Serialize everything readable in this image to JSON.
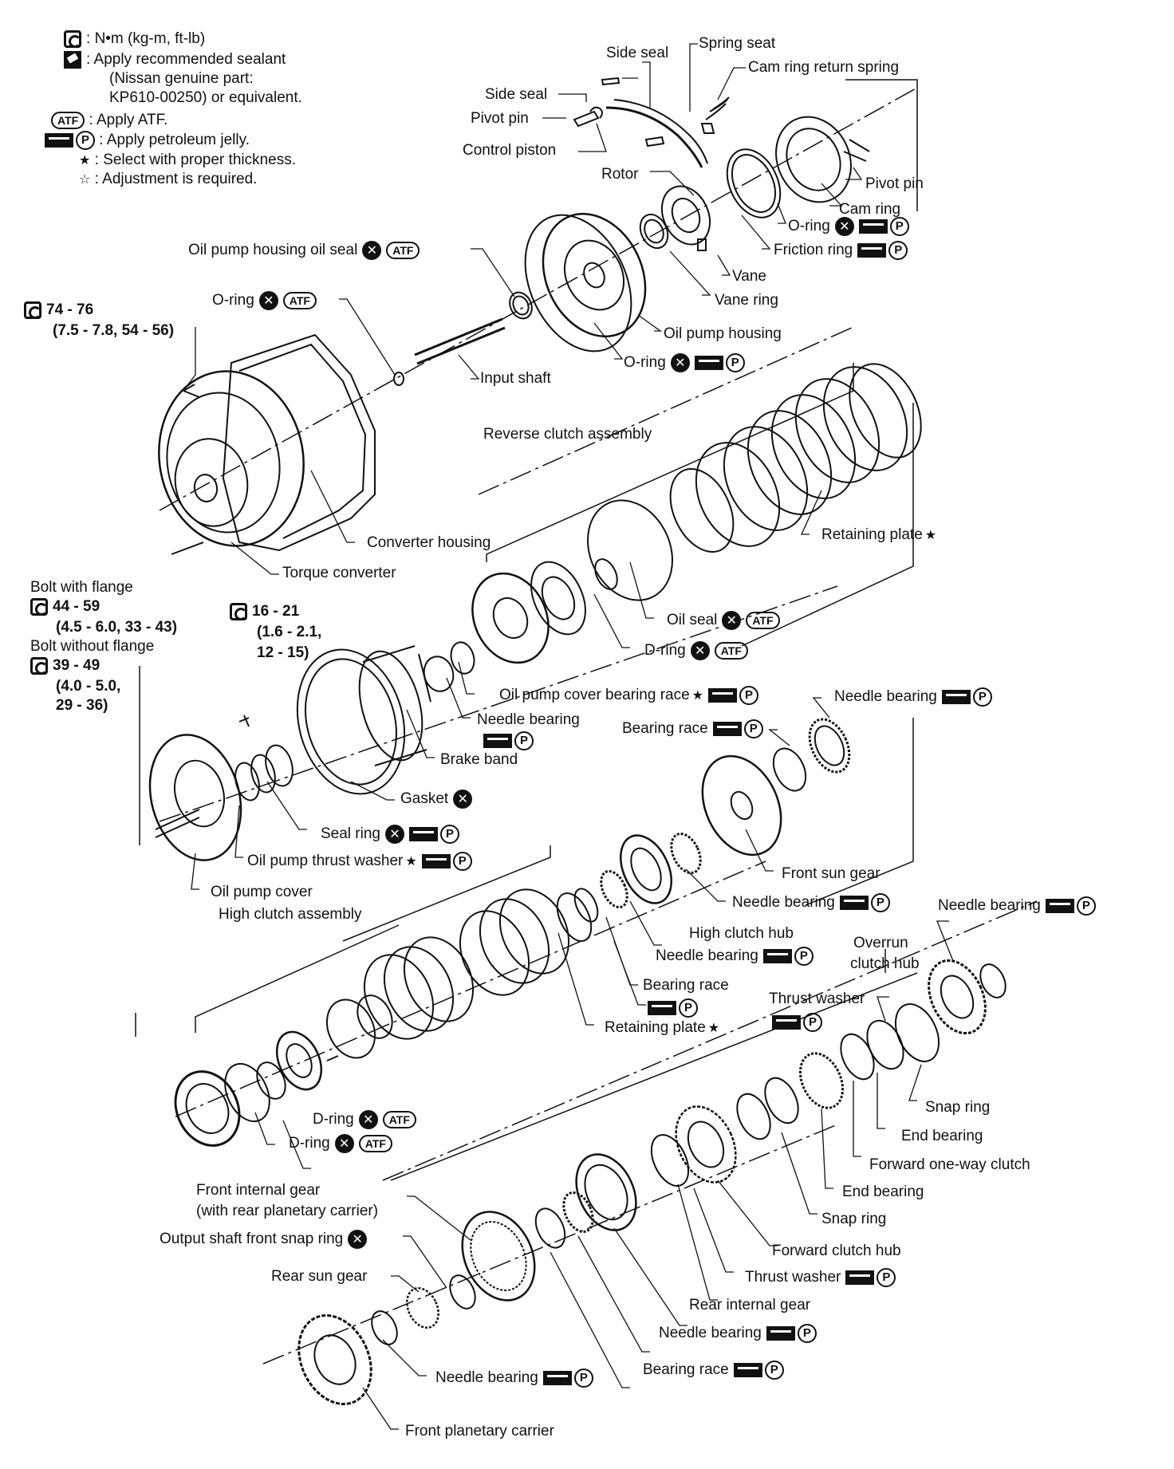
{
  "legend": {
    "torque": "N•m (kg-m, ft-lb)",
    "sealant_1": "Apply recommended sealant",
    "sealant_2": "(Nissan genuine part:",
    "sealant_3": "KP610-00250) or equivalent.",
    "atf": "Apply ATF.",
    "jelly": "Apply petroleum jelly.",
    "select": "Select with proper thickness.",
    "adjust": "Adjustment is required.",
    "atf_icon": "ATF",
    "p_icon": "P"
  },
  "torque_specs": {
    "bolt_top_1": "74 - 76",
    "bolt_top_2": "(7.5 - 7.8, 54 - 56)",
    "flange_1": "44 - 59",
    "flange_2": "(4.5 - 6.0, 33 - 43)",
    "noflange_1": "39 - 49",
    "noflange_2": "(4.0 - 5.0,",
    "noflange_3": "29 - 36)",
    "cover_1": "16 - 21",
    "cover_2": "(1.6 - 2.1,",
    "cover_3": "12 - 15)"
  },
  "labels": {
    "side_seal_top": "Side seal",
    "spring_seat": "Spring seat",
    "cam_ring_return_spring": "Cam ring return spring",
    "side_seal": "Side seal",
    "pivot_pin_left": "Pivot pin",
    "control_piston": "Control piston",
    "rotor": "Rotor",
    "pivot_pin_right": "Pivot pin",
    "cam_ring": "Cam ring",
    "o_ring_cam": "O-ring",
    "friction_ring": "Friction ring",
    "oil_pump_housing_oil_seal": "Oil pump housing oil seal",
    "vane": "Vane",
    "vane_ring": "Vane ring",
    "o_ring_input": "O-ring",
    "oil_pump_housing": "Oil pump housing",
    "o_ring_housing": "O-ring",
    "input_shaft": "Input shaft",
    "reverse_clutch_assembly": "Reverse clutch assembly",
    "retaining_plate_upper": "Retaining plate",
    "converter_housing": "Converter housing",
    "torque_converter": "Torque converter",
    "bolt_with_flange": "Bolt with flange",
    "bolt_without_flange": "Bolt without flange",
    "oil_seal": "Oil seal",
    "d_ring_upper": "D-ring",
    "oil_pump_cover_bearing_race": "Oil pump cover bearing race",
    "needle_bearing_a": "Needle bearing",
    "needle_bearing_b": "Needle bearing",
    "bearing_race_a": "Bearing race",
    "brake_band": "Brake band",
    "gasket": "Gasket",
    "seal_ring": "Seal ring",
    "oil_pump_thrust_washer": "Oil pump thrust washer",
    "front_sun_gear": "Front sun gear",
    "oil_pump_cover": "Oil pump cover",
    "needle_bearing_c": "Needle bearing",
    "high_clutch_assembly": "High clutch assembly",
    "needle_bearing_d": "Needle bearing",
    "high_clutch_hub": "High clutch hub",
    "overrun_clutch_hub_1": "Overrun",
    "overrun_clutch_hub_2": "clutch hub",
    "needle_bearing_e": "Needle bearing",
    "bearing_race_b": "Bearing race",
    "thrust_washer_a": "Thrust washer",
    "retaining_plate_lower": "Retaining plate",
    "snap_ring_a": "Snap ring",
    "end_bearing_a": "End bearing",
    "d_ring_lower_1": "D-ring",
    "d_ring_lower_2": "D-ring",
    "forward_one_way_clutch": "Forward one-way clutch",
    "end_bearing_b": "End bearing",
    "front_internal_gear_1": "Front internal gear",
    "front_internal_gear_2": "(with rear planetary carrier)",
    "snap_ring_b": "Snap ring",
    "output_shaft_front_snap_ring": "Output shaft front snap ring",
    "forward_clutch_hub": "Forward clutch hub",
    "rear_sun_gear": "Rear sun gear",
    "thrust_washer_b": "Thrust washer",
    "rear_internal_gear": "Rear internal gear",
    "needle_bearing_f": "Needle bearing",
    "bearing_race_c": "Bearing race",
    "needle_bearing_g": "Needle bearing",
    "front_planetary_carrier": "Front planetary carrier"
  }
}
